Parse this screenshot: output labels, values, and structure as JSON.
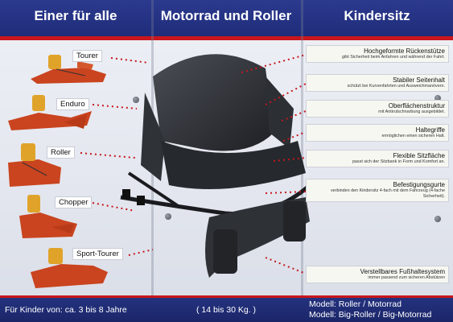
{
  "banner": {
    "col1": "Einer für alle",
    "col2": "Motorrad und Roller",
    "col3": "Kindersitz"
  },
  "bikes": [
    {
      "label": "Tourer"
    },
    {
      "label": "Enduro"
    },
    {
      "label": "Roller"
    },
    {
      "label": "Chopper"
    },
    {
      "label": "Sport-Tourer"
    }
  ],
  "features": [
    {
      "title": "Hochgeformte Rückenstütze",
      "desc": "gibt Sicherheit beim Anfahren und während der Fahrt."
    },
    {
      "title": "Stabiler Seitenhalt",
      "desc": "schützt bei Kurvenfahrten und Ausweichmanövern."
    },
    {
      "title": "Oberflächenstruktur",
      "desc": "mit Antirutschnarbung ausgebildet."
    },
    {
      "title": "Haltegriffe",
      "desc": "ermöglichen einen sicheren Halt."
    },
    {
      "title": "Flexible Sitzfläche",
      "desc": "passt sich der Sitzbank in Form und Komfort an."
    },
    {
      "title": "Befestigungsgurte",
      "desc": "verbinden den Kindersitz 4-fach mit dem Fahrzeug (4-fache Sicherheit)."
    },
    {
      "title": "Verstellbares Fußhaltesystem",
      "desc": "immer passend zum sicheren Abstützen"
    }
  ],
  "footer": {
    "age": "Für Kinder von: ca. 3 bis 8 Jahre",
    "weight": "( 14 bis 30 Kg. )",
    "model1": "Modell:  Roller / Motorrad",
    "model2": "Modell:  Big-Roller / Big-Motorrad"
  },
  "colors": {
    "banner": "#1f2c7a",
    "stripe": "#c8161d",
    "bike": "#c9441f",
    "seat": "#e0a32a",
    "product": "#2b2e33"
  }
}
